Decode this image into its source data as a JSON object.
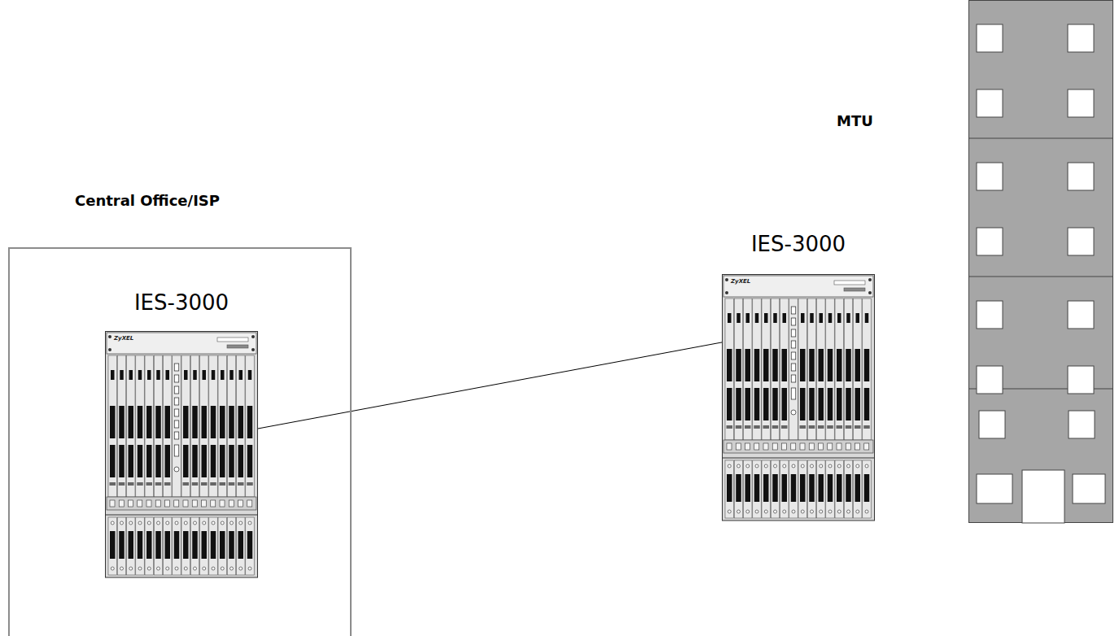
{
  "diagram": {
    "nodes": [
      {
        "text": [
          "Central Office/ISP"
        ]
      },
      {
        "text": [
          "IES-3000"
        ],
        "in": 0
      },
      {
        "text": [
          "IES-3000"
        ]
      },
      {
        "text": [
          "MTU"
        ]
      }
    ],
    "edges": [
      {
        "from": 1,
        "to": 2,
        "arrow": "none"
      }
    ],
    "labels": [
      "ZyXEL",
      "ZyXEL"
    ]
  }
}
